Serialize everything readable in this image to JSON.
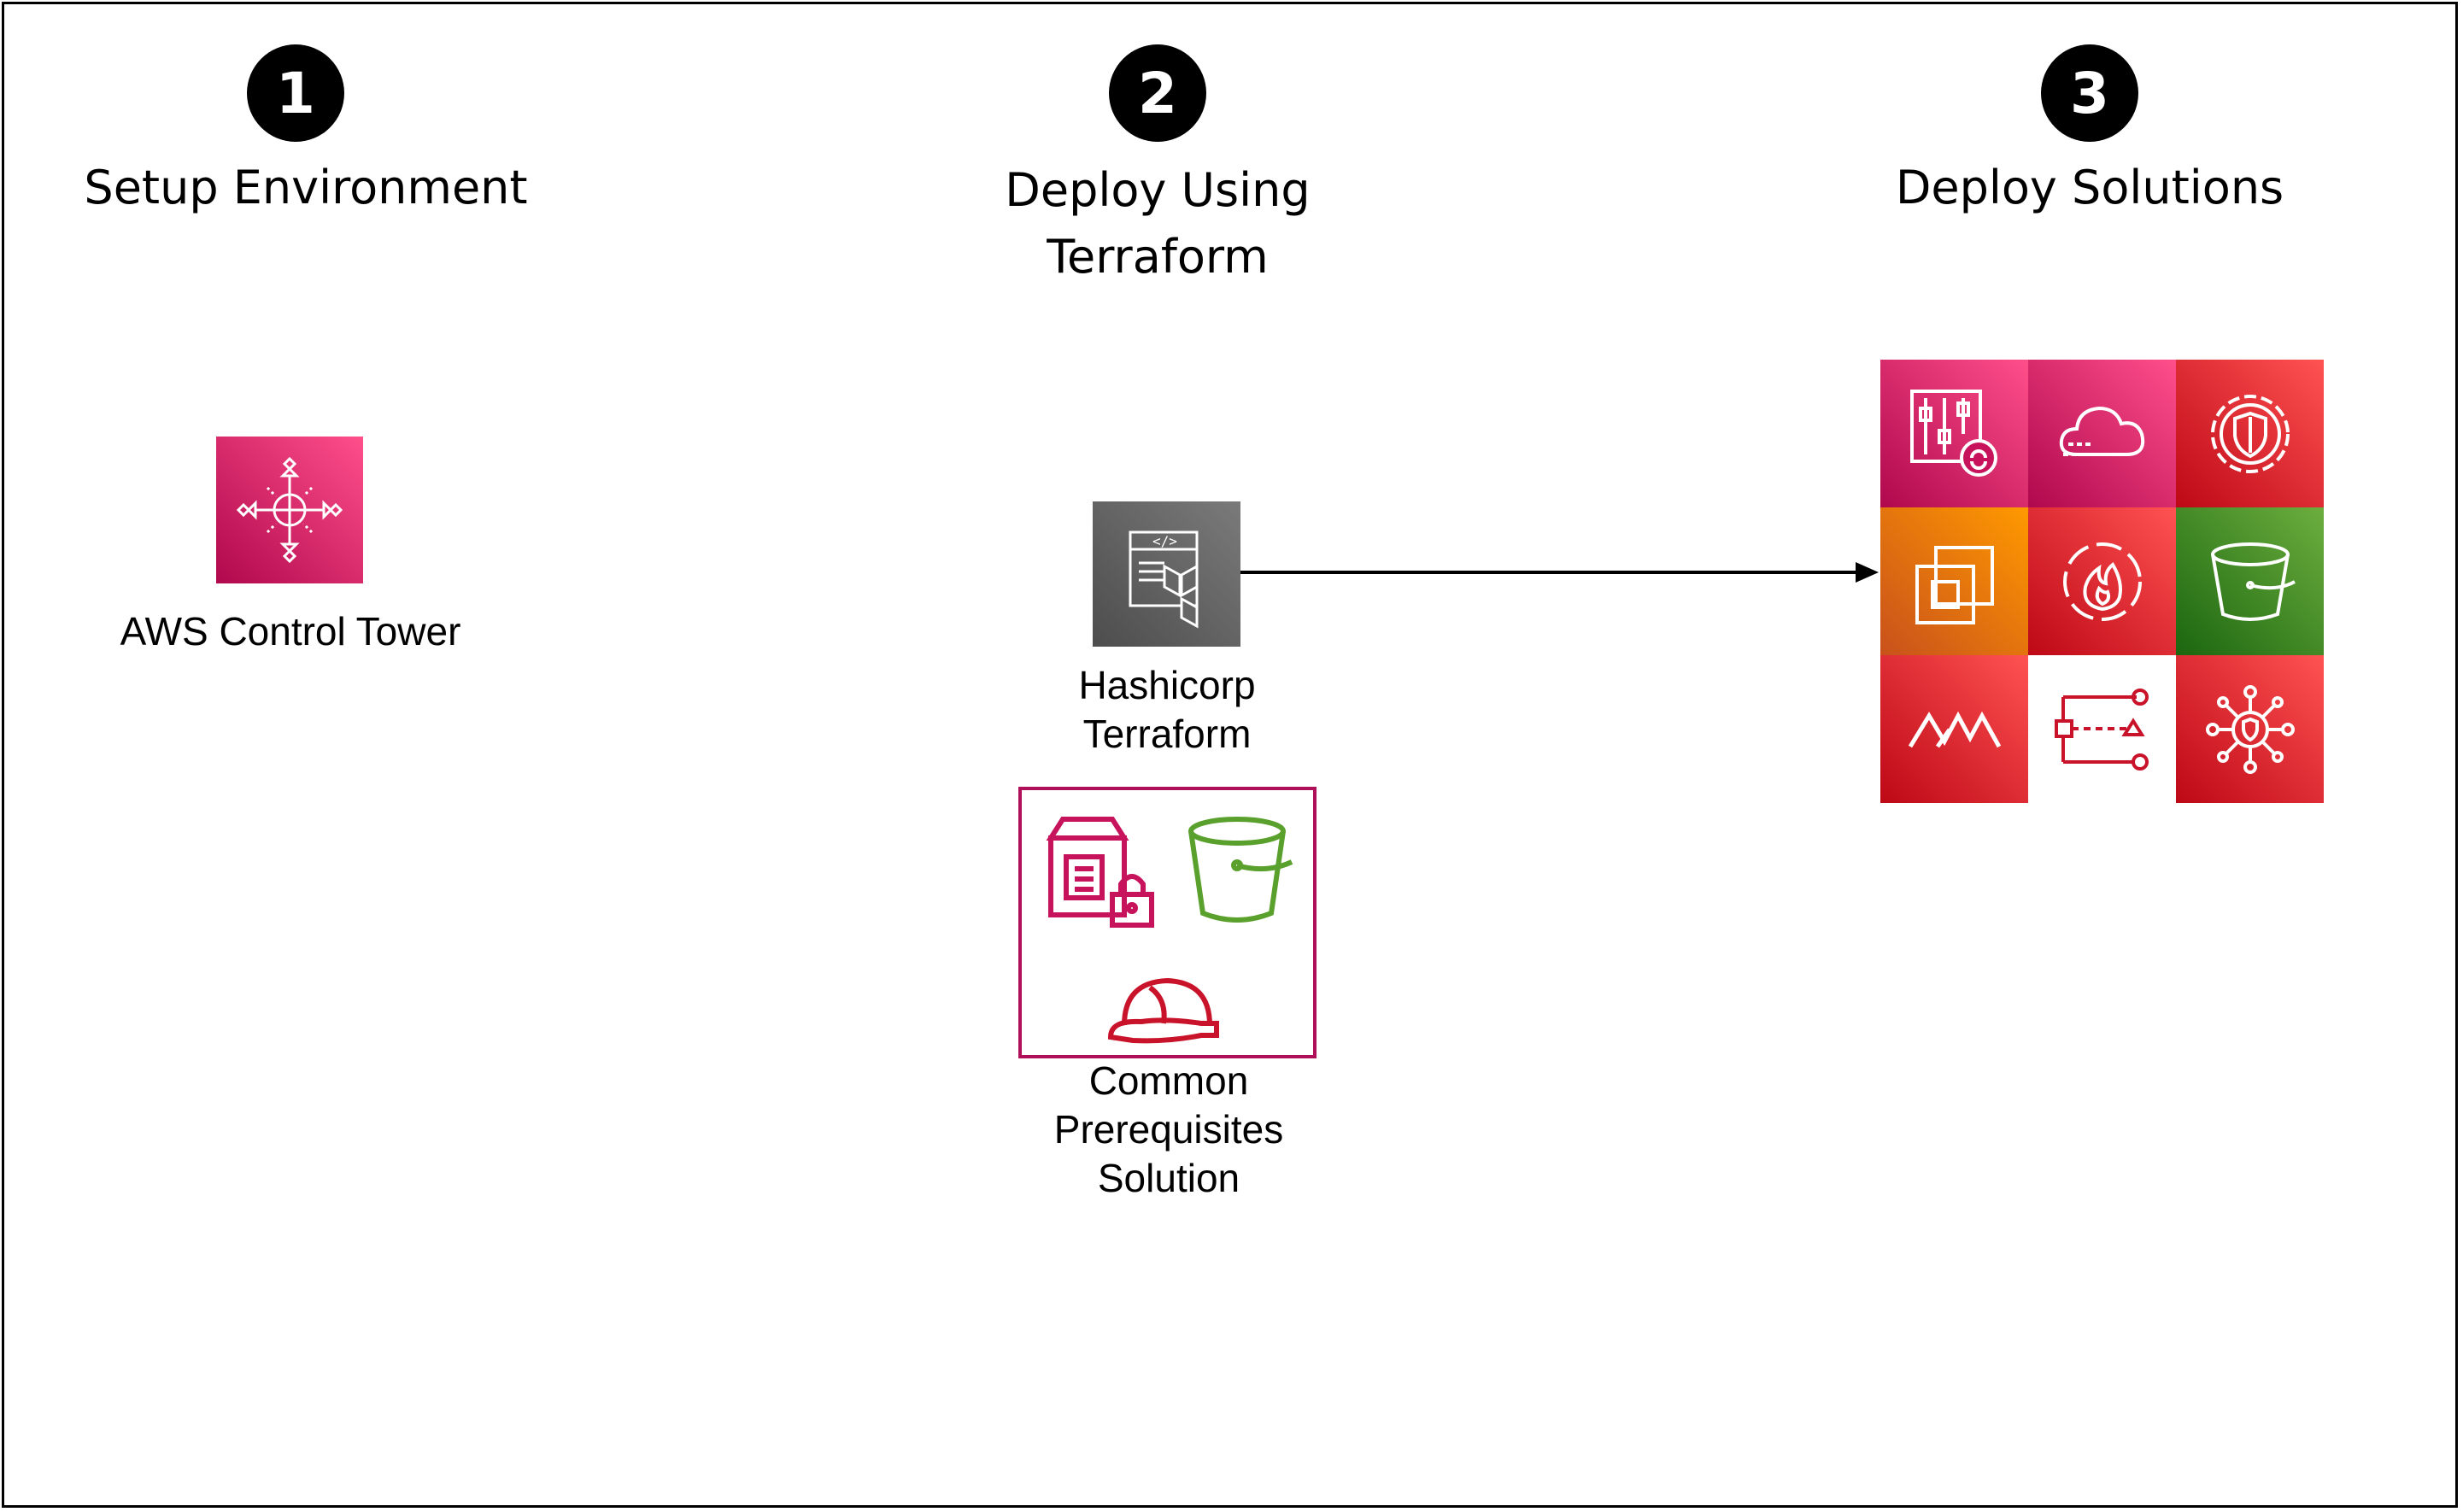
{
  "steps": [
    {
      "number": "1",
      "title": "Setup Environment"
    },
    {
      "number": "2",
      "title_line1": "Deploy Using",
      "title_line2": "Terraform"
    },
    {
      "number": "3",
      "title": "Deploy Solutions"
    }
  ],
  "nodes": {
    "control_tower": {
      "label": "AWS Control Tower",
      "icon": "control-tower-icon"
    },
    "terraform": {
      "label_line1": "Hashicorp",
      "label_line2": "Terraform",
      "icon": "terraform-icon"
    },
    "prereqs": {
      "label_line1": "Common",
      "label_line2": "Prerequisites",
      "label_line3": "Solution",
      "icons": [
        "secrets-manager-icon",
        "s3-bucket-icon",
        "construction-helmet-icon"
      ]
    }
  },
  "solution_tiles": [
    {
      "icon": "systems-manager-icon",
      "color": "#c7135b"
    },
    {
      "icon": "cloudtrail-icon",
      "color": "#d6256d"
    },
    {
      "icon": "security-hub-icon",
      "color": "#d32030"
    },
    {
      "icon": "ec2-icon",
      "color": "#e16e0f"
    },
    {
      "icon": "firewall-manager-icon",
      "color": "#d02c2c"
    },
    {
      "icon": "s3-icon",
      "color": "#3a8a2c"
    },
    {
      "icon": "macie-icon",
      "color": "#d62727"
    },
    {
      "icon": "config-rules-icon",
      "color": "#ffffff"
    },
    {
      "icon": "guardduty-icon",
      "color": "#d62727"
    }
  ],
  "colors": {
    "pink": "#c7135b",
    "red": "#c9132a",
    "green": "#5aa02c",
    "gray": "#545454",
    "border": "#b0105a"
  }
}
